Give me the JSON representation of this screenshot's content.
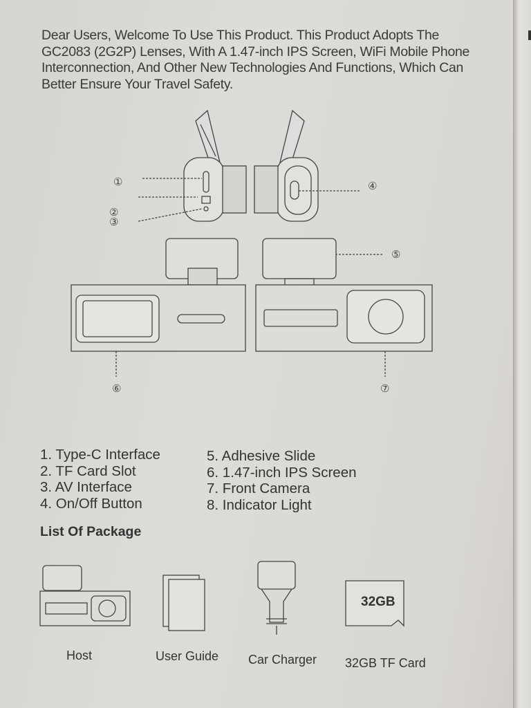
{
  "intro_text": "Dear Users, Welcome To Use This Product. This Product Adopts The GC2083 (2G2P) Lenses, With A 1.47-inch IPS Screen, WiFi Mobile Phone Interconnection, And Other New Technologies And Functions, Which Can Better Ensure Your Travel Safety.",
  "callouts": [
    "①",
    "②",
    "③",
    "④",
    "⑤",
    "⑥",
    "⑦"
  ],
  "parts_left": [
    "1. Type-C Interface",
    "2. TF Card Slot",
    "3. AV Interface",
    "4. On/Off Button"
  ],
  "parts_right": [
    "5. Adhesive Slide",
    "6. 1.47-inch IPS Screen",
    "7. Front Camera",
    "8. Indicator Light"
  ],
  "package_title": "List Of Package",
  "package": [
    {
      "label": "Host"
    },
    {
      "label": "User Guide"
    },
    {
      "label": "Car Charger"
    },
    {
      "label": "32GB TF Card",
      "card_text": "32GB"
    }
  ]
}
